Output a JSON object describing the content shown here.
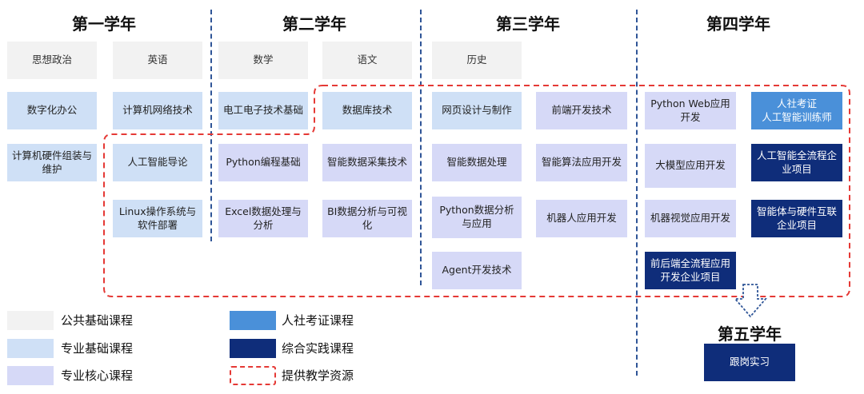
{
  "years": {
    "y1": "第一学年",
    "y2": "第二学年",
    "y3": "第三学年",
    "y4": "第四学年",
    "y5": "第五学年"
  },
  "courses": {
    "sxzz": "思想政治",
    "yy": "英语",
    "sx": "数学",
    "yw": "语文",
    "ls": "历史",
    "szhbg": "数字化办公",
    "jsjwl": "计算机网络技术",
    "dgdz": "电工电子技术基础",
    "sjkjs": "数据库技术",
    "wysj": "网页设计与制作",
    "qdkf": "前端开发技术",
    "pyweb": "Python Web应用开发",
    "rskz": "人社考证\n人工智能训练师",
    "jsjyj": "计算机硬件组装与维护",
    "rgzndl": "人工智能导论",
    "pybc": "Python编程基础",
    "znsjcj": "智能数据采集技术",
    "znsjcl": "智能数据处理",
    "znsf": "智能算法应用开发",
    "dmx": "大模型应用开发",
    "rgznqlc": "人工智能全流程企业项目",
    "linux": "Linux操作系统与软件部署",
    "excel": "Excel数据处理与分析",
    "bi": "BI数据分析与可视化",
    "pysjfx": "Python数据分析与应用",
    "jqr": "机器人应用开发",
    "jqsj": "机器视觉应用开发",
    "znt": "智能体与硬件互联企业项目",
    "agent": "Agent开发技术",
    "qhd": "前后端全流程应用开发企业项目",
    "gdsx": "跟岗实习"
  },
  "legend": {
    "public": "公共基础课程",
    "base": "专业基础课程",
    "core": "专业核心课程",
    "cert": "人社考证课程",
    "practice": "综合实践课程",
    "resource": "提供教学资源"
  },
  "colors": {
    "public": "#f2f2f2",
    "base": "#cfe0f6",
    "core": "#d6d9f7",
    "cert": "#4a90d9",
    "practice": "#0f2d7a",
    "resource_border": "#e53935",
    "divider": "#2f5597"
  }
}
